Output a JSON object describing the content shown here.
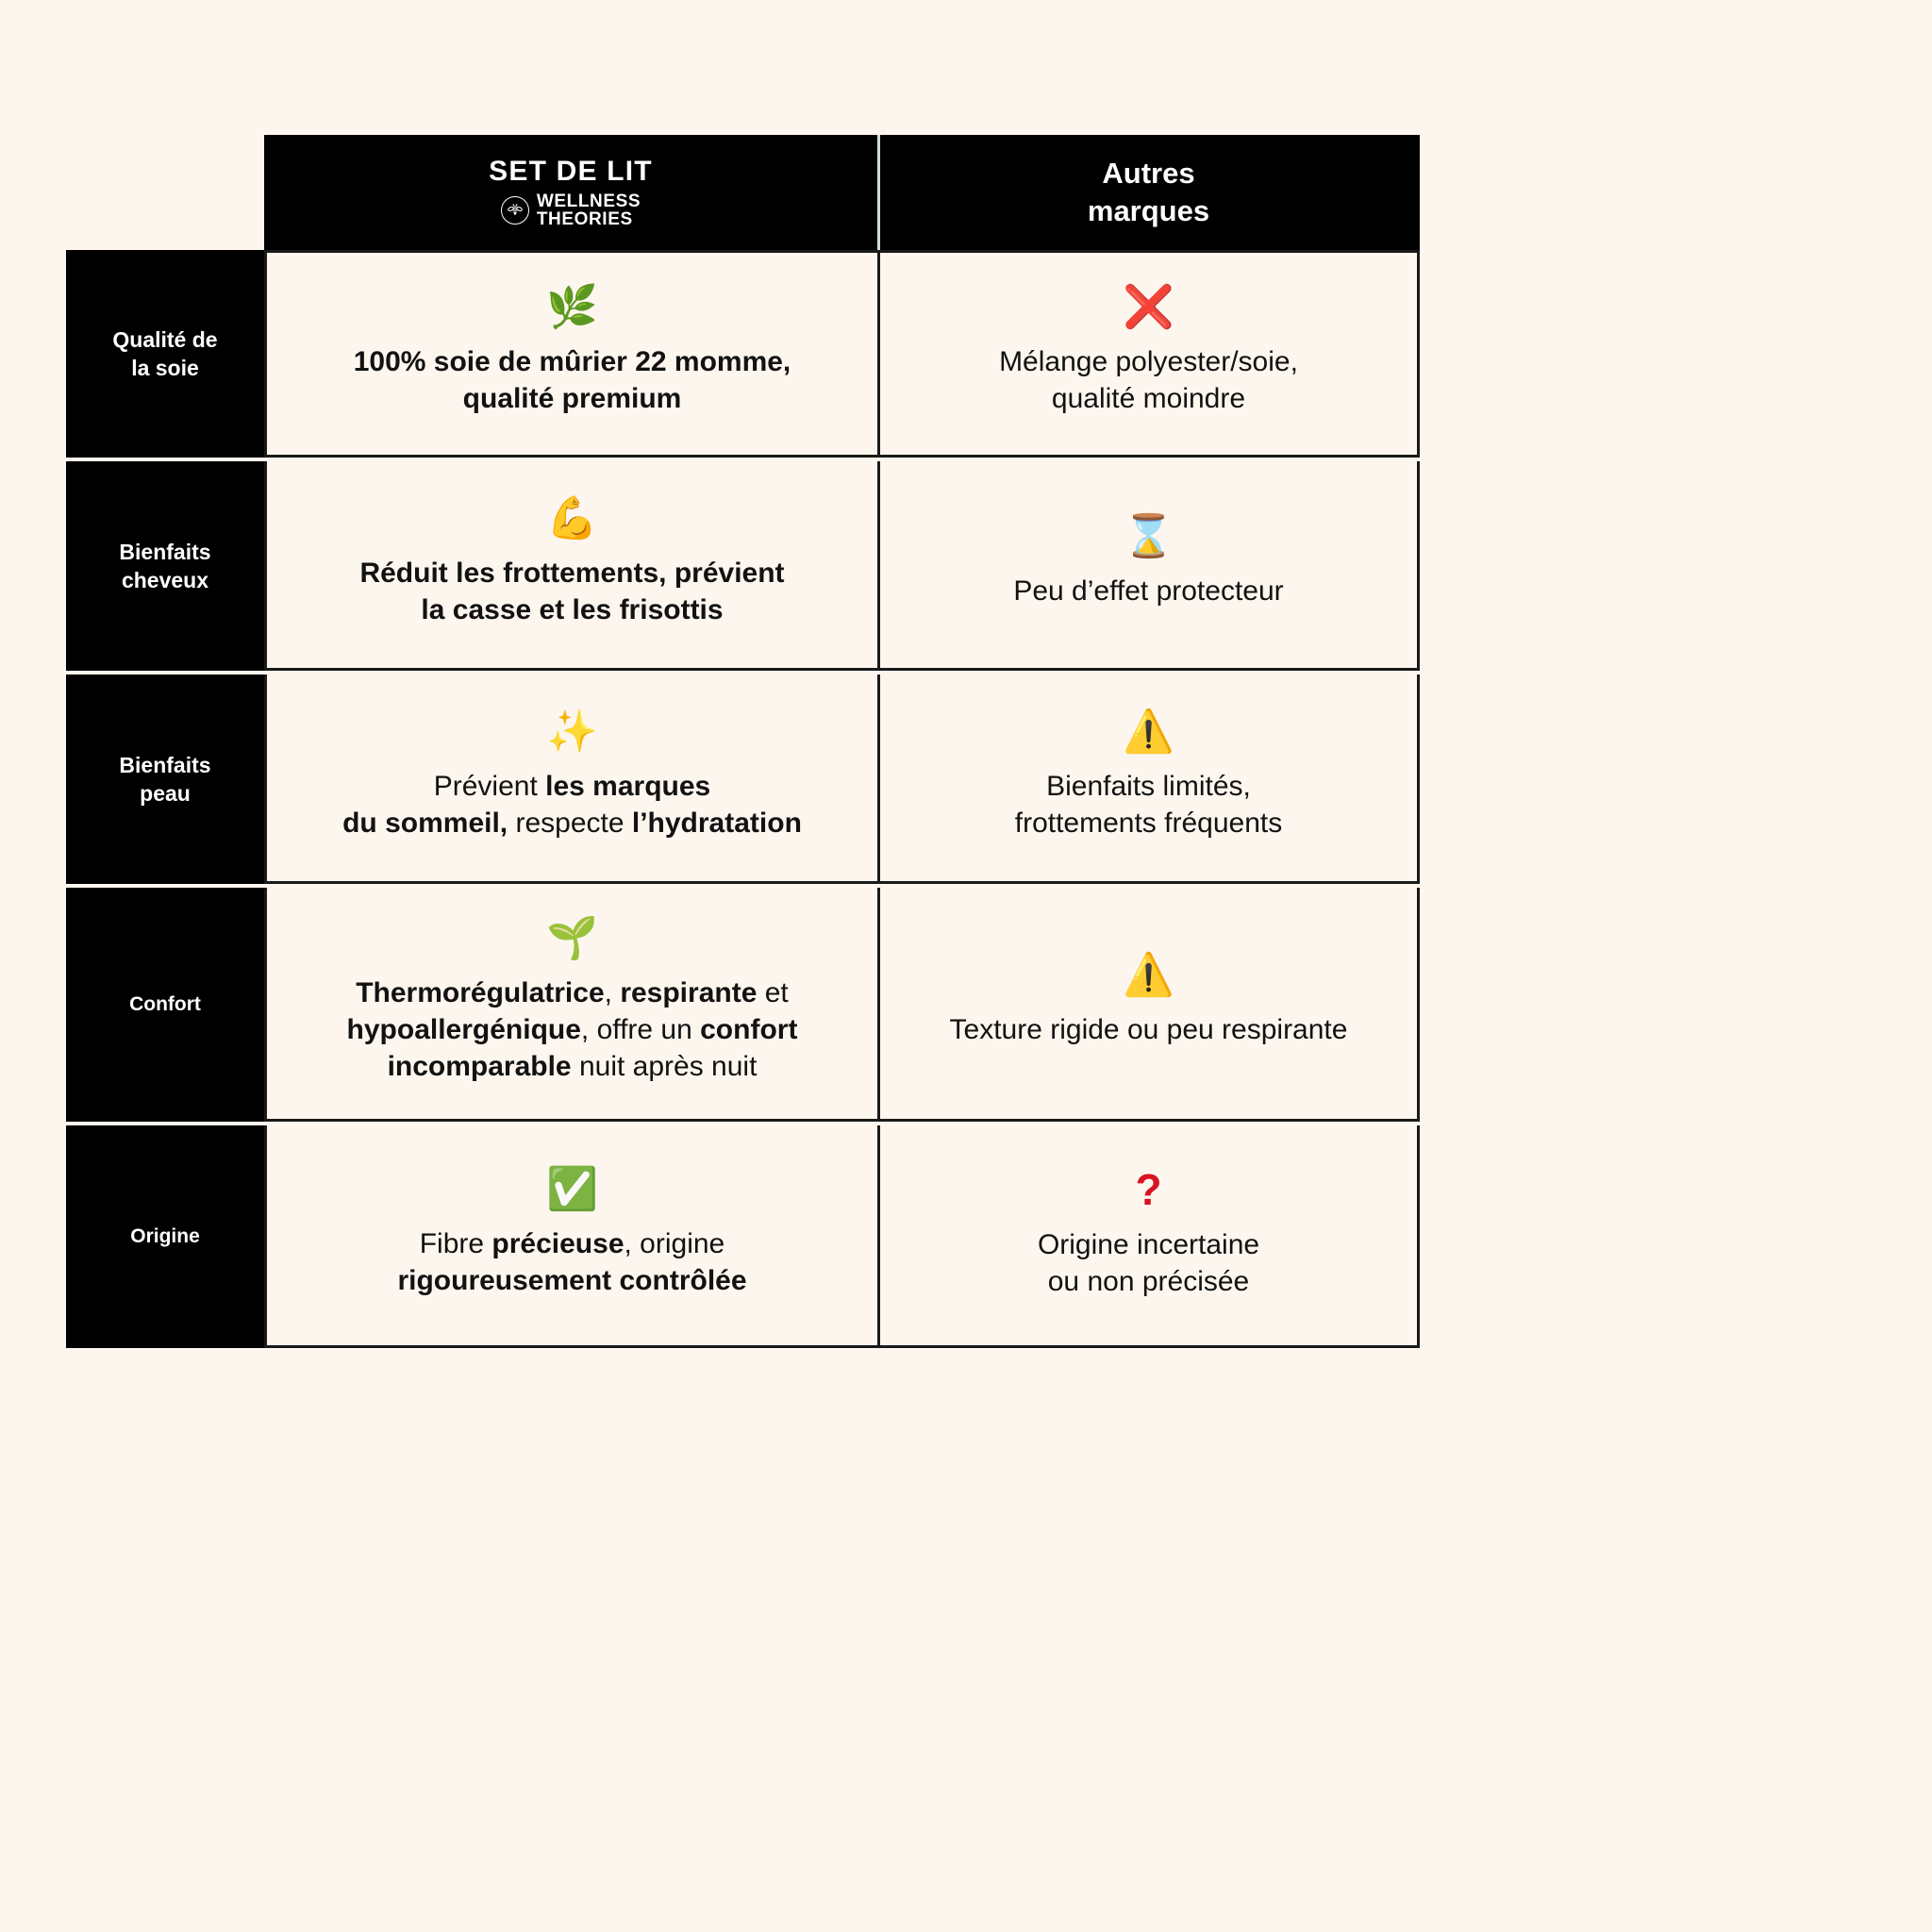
{
  "theme": {
    "background": "#FDF6EE",
    "ink": "#121212",
    "panel": "#000000",
    "red": "#D81324",
    "divider": "#1a1a1a"
  },
  "header": {
    "brand": {
      "title": "SET DE LIT",
      "logo_icon": "bee-in-circle-icon",
      "sub_line_1": "WELLNESS",
      "sub_line_2": "THEORIES"
    },
    "other": {
      "line_1": "Autres",
      "line_2": "marques"
    }
  },
  "rows": [
    {
      "label": "Qualité de\nla soie",
      "label_line_1": "Qualité de",
      "label_line_2": "la soie",
      "brand": {
        "icon": "herb-emoji",
        "emoji": "🌿",
        "text_line_1": "100% soie de mûrier 22 momme,",
        "text_line_2": "qualité premium",
        "bold": true
      },
      "other": {
        "icon": "cross-mark-emoji",
        "emoji": "❌",
        "text_line_1": "Mélange polyester/soie,",
        "text_line_2": "qualité moindre"
      }
    },
    {
      "label_line_1": "Bienfaits",
      "label_line_2": "cheveux",
      "brand": {
        "icon": "flexed-biceps-emoji",
        "emoji": "💪",
        "text_line_1": "Réduit les frottements, prévient",
        "text_line_2": "la casse et les frisottis",
        "bold": true
      },
      "other": {
        "icon": "hourglass-emoji",
        "emoji": "⌛",
        "text_line_1": "Peu d’effet protecteur",
        "text_line_2": ""
      }
    },
    {
      "label_line_1": "Bienfaits",
      "label_line_2": "peau",
      "brand": {
        "icon": "sparkles-emoji",
        "emoji": "✨",
        "rich_line_1": "Prévient <b>les marques</b>",
        "rich_line_2": "<b>du sommeil,</b> respecte <b>l’hydratation</b>",
        "plain_text": "Prévient les marques du sommeil, respecte l’hydratation",
        "bold": false
      },
      "other": {
        "icon": "warning-emoji",
        "emoji": "⚠️",
        "text_line_1": "Bienfaits limités,",
        "text_line_2": "frottements fréquents"
      }
    },
    {
      "label_line_1": "Confort",
      "label_line_2": "",
      "brand": {
        "icon": "seedling-emoji",
        "emoji": "🌱",
        "rich_line_1": "<b>Thermorégulatrice</b>, <b>respirante</b> et",
        "rich_line_2": "<b>hypoallergénique</b>, offre un <b>confort</b>",
        "rich_line_3": "<b>incomparable</b> nuit après nuit",
        "plain_text": "Thermorégulatrice, respirante et hypoallergénique, offre un confort incomparable nuit après nuit",
        "bold": false
      },
      "other": {
        "icon": "warning-emoji",
        "emoji": "⚠️",
        "text_line_1": "Texture rigide ou peu respirante",
        "text_line_2": ""
      }
    },
    {
      "label_line_1": "Origine",
      "label_line_2": "",
      "brand": {
        "icon": "check-mark-button-emoji",
        "emoji": "✅",
        "rich_line_1": "Fibre <b>précieuse</b>, origine",
        "rich_line_2": "<b>rigoureusement contrôlée</b>",
        "plain_text": "Fibre précieuse, origine rigoureusement contrôlée",
        "bold": false
      },
      "other": {
        "icon": "red-question-mark",
        "emoji": "?",
        "text_line_1": "Origine incertaine",
        "text_line_2": "ou non précisée"
      }
    }
  ]
}
